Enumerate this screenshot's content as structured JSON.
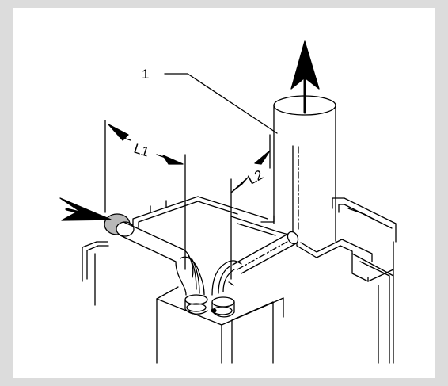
{
  "diagram": {
    "callout_number": "1",
    "dimension_L1": "L1",
    "dimension_L2": "L2",
    "colors": {
      "background_frame": "#dcdcdc",
      "panel": "#ffffff",
      "line": "#000000",
      "collar": "#b8b8b8"
    },
    "icons": [
      "inlet-arrow-icon",
      "outlet-arrow-icon"
    ]
  }
}
